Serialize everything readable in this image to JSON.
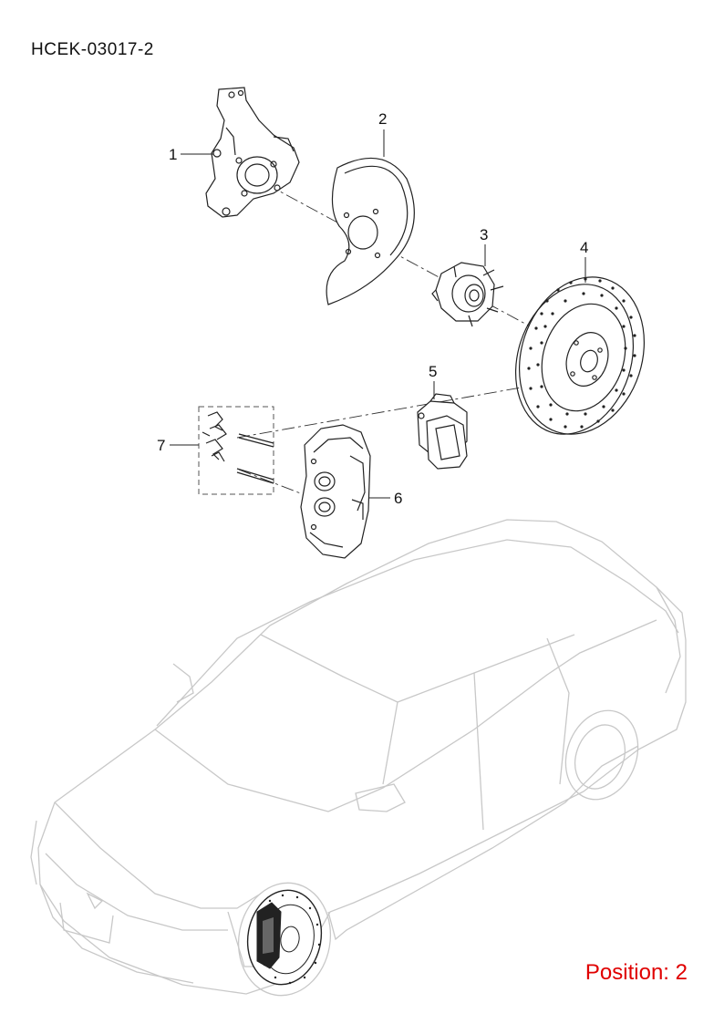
{
  "header": {
    "diagram_code": "HCEK-03017-2"
  },
  "callouts": [
    "1",
    "2",
    "3",
    "4",
    "5",
    "6",
    "7"
  ],
  "footer": {
    "position_label": "Position: 2"
  },
  "colors": {
    "position_text": "#e00000",
    "car_outline": "#c8c8c8",
    "line": "#222222"
  },
  "icons": [
    "steering-knuckle-icon",
    "dust-shield-icon",
    "hub-bearing-icon",
    "brake-disc-icon",
    "brake-pad-icon",
    "brake-caliper-icon",
    "pad-hardware-kit-icon",
    "vehicle-outline-icon"
  ]
}
